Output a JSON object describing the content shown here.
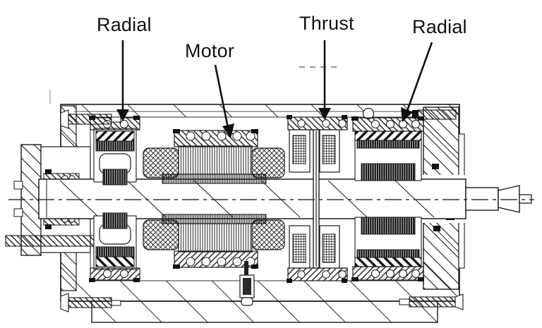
{
  "figure": {
    "subject": "motor-spindle-cross-section",
    "background_color": "#ffffff",
    "line_color": "#1a1a1a",
    "centerline_style": "dash-dot"
  },
  "labels": {
    "radial_left": "Radial",
    "motor": "Motor",
    "thrust": "Thrust",
    "radial_right": "Radial"
  }
}
